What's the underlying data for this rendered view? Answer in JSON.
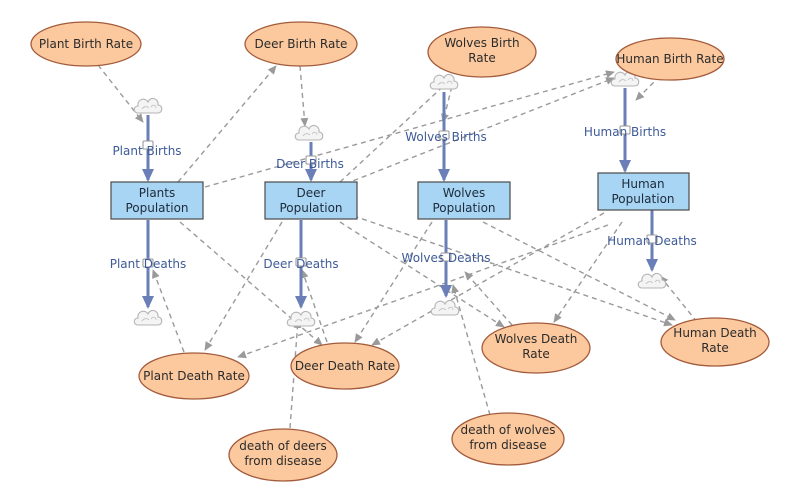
{
  "stocks": {
    "plants": "Plants\nPopulation",
    "deer": "Deer\nPopulation",
    "wolves": "Wolves\nPopulation",
    "human": "Human\nPopulation"
  },
  "flows": {
    "plant_births": "Plant Births",
    "plant_deaths": "Plant Deaths",
    "deer_births": "Deer Births",
    "deer_deaths": "Deer Deaths",
    "wolves_births": "Wolves Births",
    "wolves_deaths": "Wolves Deaths",
    "human_births": "Human Births",
    "human_deaths": "Human Deaths"
  },
  "variables": {
    "plant_birth_rate": "Plant Birth Rate",
    "deer_birth_rate": "Deer Birth Rate",
    "wolves_birth_rate": "Wolves Birth\nRate",
    "human_birth_rate": "Human Birth Rate",
    "plant_death_rate": "Plant Death Rate",
    "deer_death_rate": "Deer Death Rate",
    "wolves_death_rate": "Wolves Death\nRate",
    "human_death_rate": "Human Death\nRate",
    "death_of_deers": "death of deers\nfrom disease",
    "death_of_wolves": "death of wolves\nfrom disease"
  },
  "colors": {
    "stock_fill": "#a9d5f5",
    "variable_fill": "#fcc99e",
    "flow_line": "#6a7fb8",
    "link_line": "#9a9a9a"
  },
  "icons": [
    "cloud-icon",
    "valve-icon"
  ]
}
